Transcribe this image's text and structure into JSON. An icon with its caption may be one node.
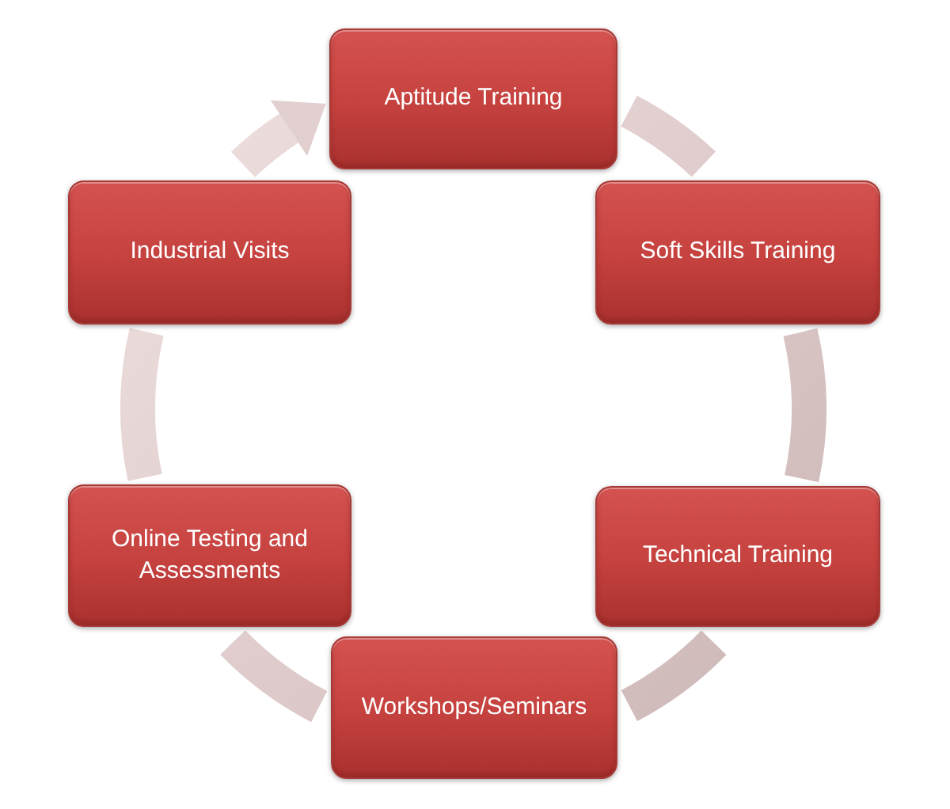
{
  "diagram": {
    "nodes": [
      {
        "text": [
          "Aptitude Training"
        ]
      },
      {
        "text": [
          "Soft Skills Training"
        ]
      },
      {
        "text": [
          "Technical Training"
        ]
      },
      {
        "text": [
          "Workshops/Seminars"
        ]
      },
      {
        "text": [
          "Online Testing and Assessments"
        ]
      },
      {
        "text": [
          "Industrial Visits"
        ]
      }
    ],
    "edges": [
      {
        "from": 0,
        "to": 1,
        "arrow": "none"
      },
      {
        "from": 1,
        "to": 2,
        "arrow": "none"
      },
      {
        "from": 2,
        "to": 3,
        "arrow": "none"
      },
      {
        "from": 3,
        "to": 4,
        "arrow": "none"
      },
      {
        "from": 4,
        "to": 5,
        "arrow": "none"
      },
      {
        "from": 5,
        "to": 0,
        "arrow": "to"
      }
    ]
  }
}
